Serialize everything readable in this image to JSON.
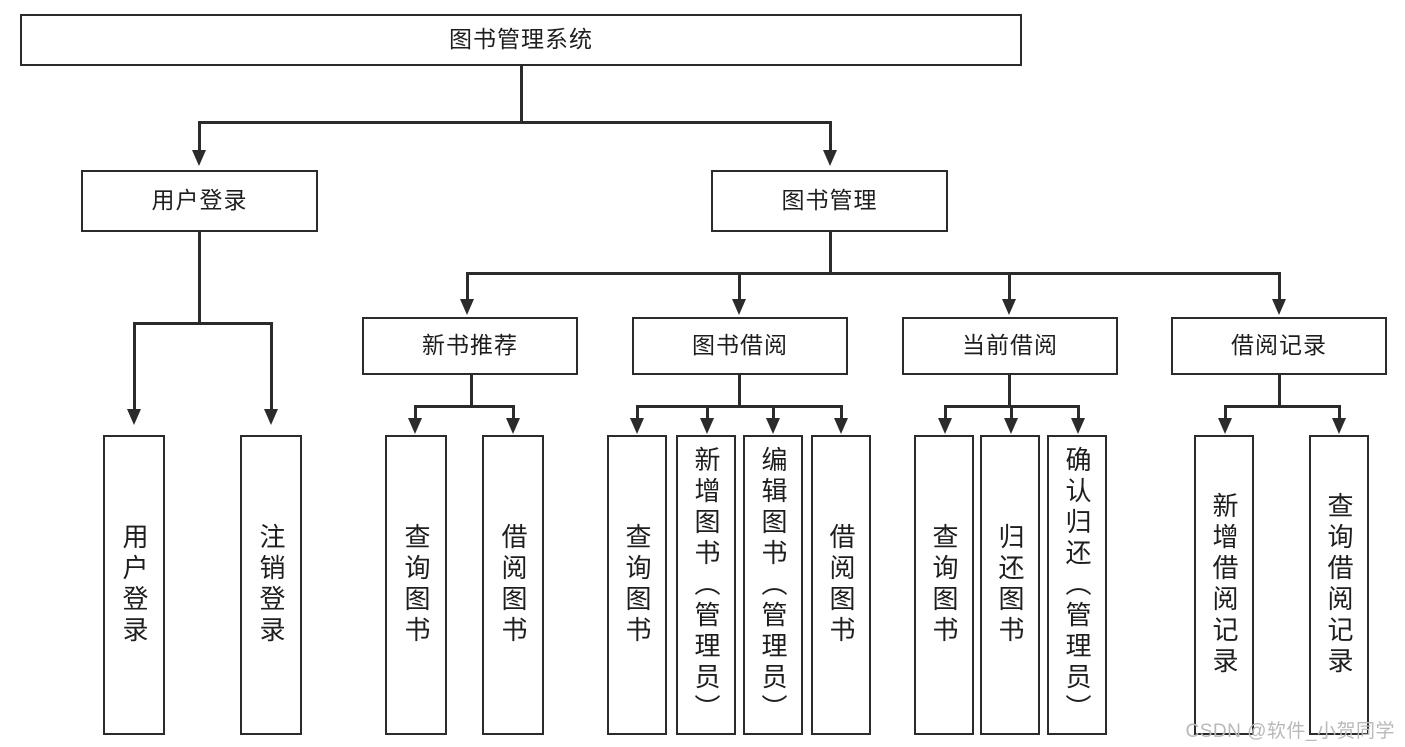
{
  "diagram": {
    "title": "图书管理系统",
    "type": "tree-hierarchy-diagram",
    "watermark": "CSDN @软件_小贺同学",
    "colors": {
      "stroke": "#2b2b2b",
      "fill": "#ffffff",
      "text": "#1e1e1e",
      "watermark": "#b9b9b9"
    },
    "root": {
      "label": "图书管理系统"
    },
    "level2": [
      {
        "label": "用户登录"
      },
      {
        "label": "图书管理"
      }
    ],
    "level3": [
      {
        "label": "新书推荐"
      },
      {
        "label": "图书借阅"
      },
      {
        "label": "当前借阅"
      },
      {
        "label": "借阅记录"
      }
    ],
    "leaves": {
      "user_login": [
        {
          "label": "用户登录"
        },
        {
          "label": "注销登录"
        }
      ],
      "new_book_recommend": [
        {
          "label": "查询图书"
        },
        {
          "label": "借阅图书"
        }
      ],
      "book_borrow": [
        {
          "label": "查询图书"
        },
        {
          "label": "新增图书（管理员）"
        },
        {
          "label": "编辑图书（管理员）"
        },
        {
          "label": "借阅图书"
        }
      ],
      "current_borrow": [
        {
          "label": "查询图书"
        },
        {
          "label": "归还图书"
        },
        {
          "label": "确认归还（管理员）"
        }
      ],
      "borrow_record": [
        {
          "label": "新增借阅记录"
        },
        {
          "label": "查询借阅记录"
        }
      ]
    }
  }
}
